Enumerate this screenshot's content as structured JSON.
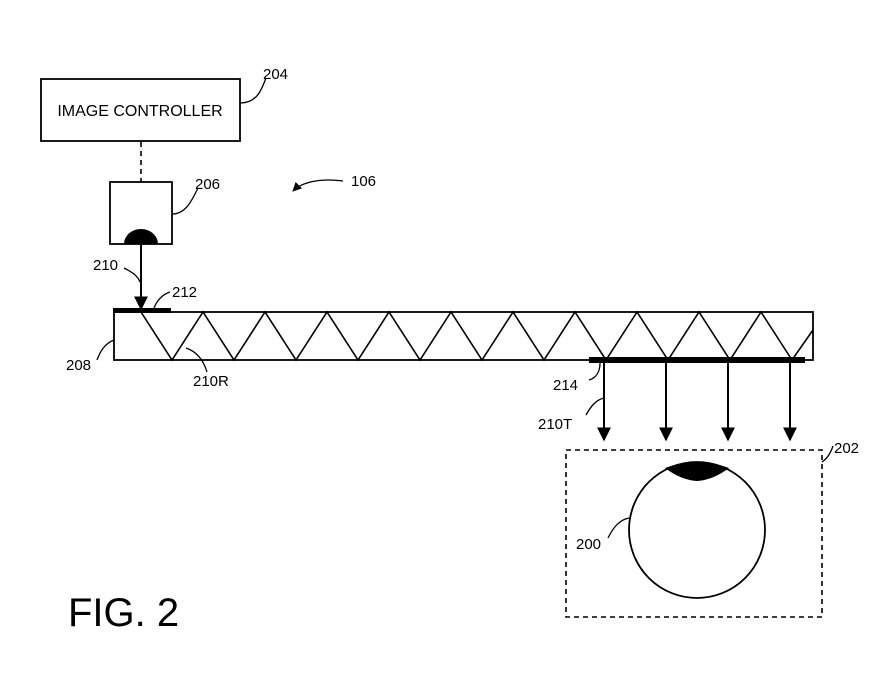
{
  "figure_label": "FIG. 2",
  "controller": {
    "title": "IMAGE CONTROLLER",
    "ref": "204"
  },
  "refs": {
    "system": "106",
    "projector": "206",
    "beam_in": "210",
    "coupler_in": "212",
    "waveguide": "208",
    "beam_reflected": "210R",
    "coupler_out": "214",
    "beam_out": "210T",
    "eyebox": "202",
    "eye": "200"
  }
}
